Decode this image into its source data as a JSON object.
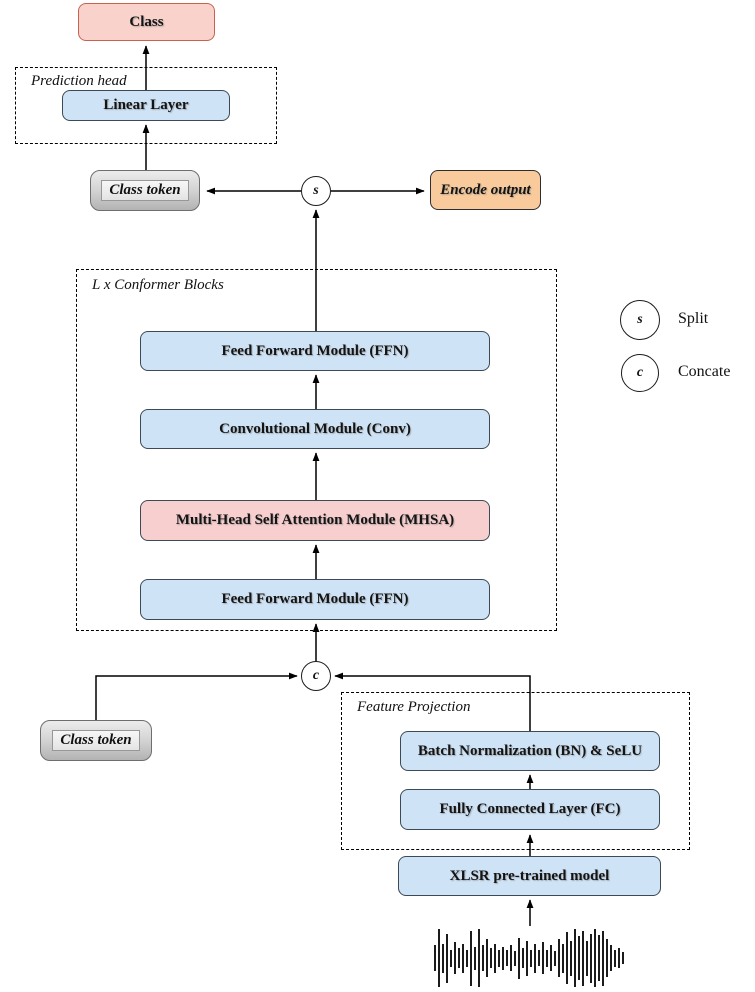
{
  "nodes": {
    "class": {
      "label": "Class"
    },
    "prediction_head": {
      "label": "Prediction head"
    },
    "linear_layer": {
      "label": "Linear Layer"
    },
    "class_token_top": {
      "label": "Class token"
    },
    "split": {
      "symbol": "s"
    },
    "encode_output": {
      "label": "Encode output"
    },
    "conformer_group": {
      "label": "L x Conformer Blocks"
    },
    "ffn_top": {
      "label": "Feed Forward Module (FFN)"
    },
    "conv": {
      "label": "Convolutional Module (Conv)"
    },
    "mhsa": {
      "label": "Multi-Head Self Attention Module (MHSA)"
    },
    "ffn_bottom": {
      "label": "Feed Forward Module (FFN)"
    },
    "concat": {
      "symbol": "c"
    },
    "class_token_bottom": {
      "label": "Class token"
    },
    "feature_projection": {
      "label": "Feature Projection"
    },
    "bn_selu": {
      "label": "Batch Normalization (BN) & SeLU"
    },
    "fc": {
      "label": "Fully Connected Layer (FC)"
    },
    "xlsr": {
      "label": "XLSR pre-trained model"
    }
  },
  "legend": {
    "split": {
      "symbol": "s",
      "label": "Split"
    },
    "concat": {
      "symbol": "c",
      "label": "Concate"
    }
  },
  "colors": {
    "blue_fill": "#cfe3f6",
    "pink_fill": "#f8cfcf",
    "orange_fill": "#f9cb9c",
    "class_fill": "#f8d2cb",
    "class_border": "#c9614f",
    "node_border": "#3b4a56",
    "line": "#000000"
  },
  "waveform": {
    "heights": [
      0.45,
      1.0,
      0.5,
      0.85,
      0.3,
      0.55,
      0.35,
      0.5,
      0.3,
      0.95,
      0.4,
      1.0,
      0.45,
      0.65,
      0.35,
      0.5,
      0.3,
      0.4,
      0.28,
      0.45,
      0.25,
      0.7,
      0.35,
      0.6,
      0.3,
      0.5,
      0.28,
      0.55,
      0.3,
      0.45,
      0.25,
      0.65,
      0.5,
      0.9,
      0.6,
      1.0,
      0.75,
      0.95,
      0.6,
      0.85,
      1.0,
      0.8,
      0.95,
      0.65,
      0.45,
      0.3,
      0.35,
      0.2
    ]
  }
}
